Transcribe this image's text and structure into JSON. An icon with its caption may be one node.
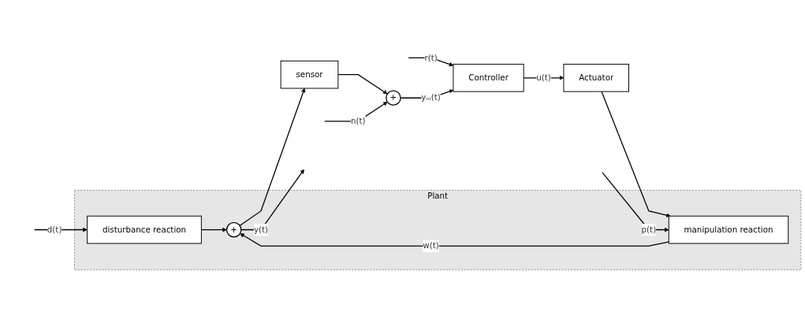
{
  "diagram": {
    "nodes": [
      {
        "text": [
          "Plant"
        ]
      },
      {
        "text": [
          "disturbance reaction"
        ],
        "in": 0
      },
      {
        "text": [
          "manipulation reaction"
        ],
        "in": 0
      },
      {
        "text": [
          "+"
        ],
        "in": 0
      },
      {
        "text": [
          "Controller"
        ]
      },
      {
        "text": [
          "Actuator"
        ]
      },
      {
        "text": [
          "sensor"
        ]
      },
      {
        "text": [
          "+"
        ]
      }
    ],
    "edges": [
      {
        "from": null,
        "to": 4,
        "arrow": "to",
        "label": "r(t)"
      },
      {
        "from": 4,
        "to": 5,
        "arrow": "to",
        "label": "u(t)"
      },
      {
        "from": 5,
        "to": 2,
        "arrow": "to"
      },
      {
        "from": null,
        "to": 1,
        "arrow": "to",
        "label": "d(t)"
      },
      {
        "from": null,
        "to": 2,
        "arrow": "to",
        "label": "p(t)"
      },
      {
        "from": 2,
        "to": 3,
        "arrow": "to",
        "label": "w(t)"
      },
      {
        "from": 1,
        "to": 3,
        "arrow": "to"
      },
      {
        "from": 3,
        "to": null,
        "arrow": "to",
        "label": "y(t)"
      },
      {
        "from": 3,
        "to": 6,
        "arrow": "to"
      },
      {
        "from": 6,
        "to": 7,
        "arrow": "to"
      },
      {
        "from": null,
        "to": 7,
        "arrow": "to",
        "label": "n(t)"
      },
      {
        "from": 7,
        "to": 4,
        "arrow": "to",
        "label": "yₘ(t)"
      }
    ]
  }
}
